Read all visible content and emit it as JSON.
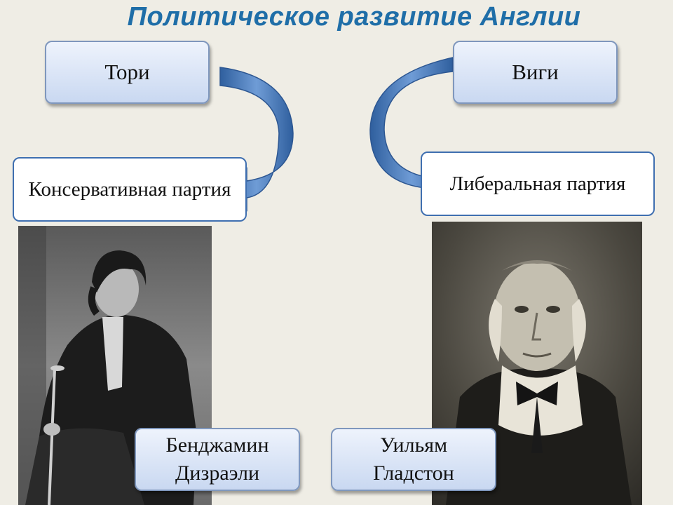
{
  "title": "Политическое развитие Англии",
  "left": {
    "old_party": "Тори",
    "new_party": "Консервативная партия",
    "leader": "Бенджамин Дизраэли"
  },
  "right": {
    "old_party": "Виги",
    "new_party": "Либеральная партия",
    "leader": "Уильям Гладстон"
  },
  "colors": {
    "title": "#1f6ea8",
    "arrow": "#3f6fb0",
    "box_border": "#3f6fb0",
    "background": "#efede5"
  }
}
